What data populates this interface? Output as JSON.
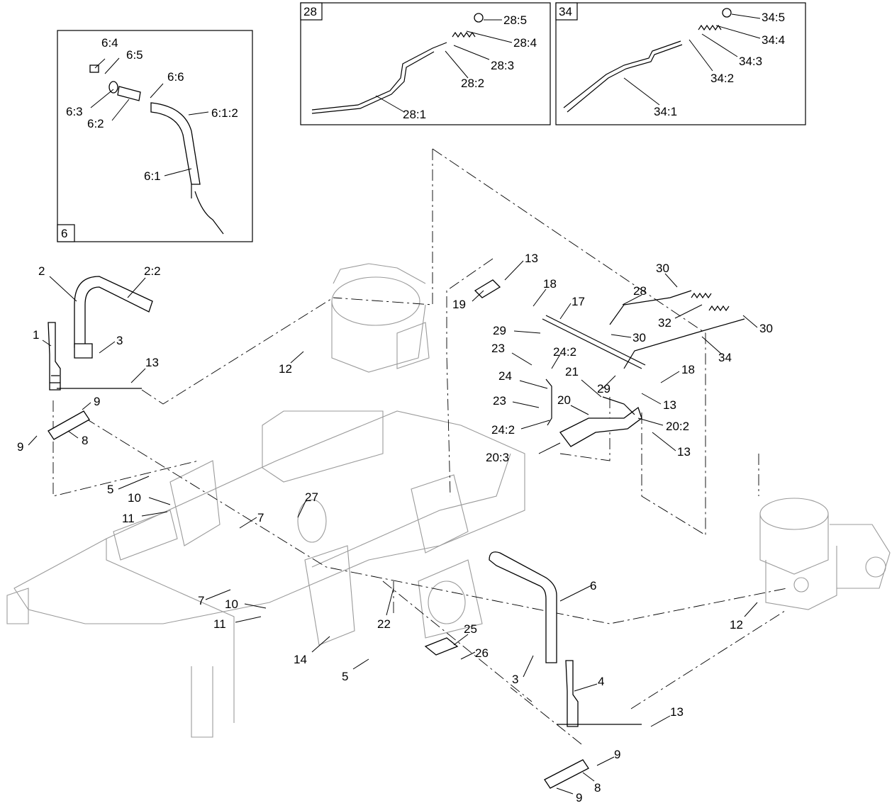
{
  "insets": [
    {
      "tag": "6",
      "callouts": [
        "6:4",
        "6:5",
        "6:6",
        "6:3",
        "6:2",
        "6:1:2",
        "6:1"
      ]
    },
    {
      "tag": "28",
      "callouts": [
        "28:5",
        "28:4",
        "28:3",
        "28:2",
        "28:1"
      ]
    },
    {
      "tag": "34",
      "callouts": [
        "34:5",
        "34:4",
        "34:3",
        "34:2",
        "34:1"
      ]
    }
  ],
  "callouts": [
    "2",
    "2:2",
    "1",
    "3",
    "13",
    "9",
    "9",
    "8",
    "12",
    "19",
    "13",
    "18",
    "17",
    "29",
    "30",
    "28",
    "30",
    "32",
    "30",
    "34",
    "23",
    "24:2",
    "24",
    "21",
    "29",
    "18",
    "13",
    "23",
    "20",
    "20:2",
    "24:2",
    "20:3",
    "13",
    "5",
    "10",
    "11",
    "7",
    "27",
    "7",
    "10",
    "11",
    "14",
    "5",
    "22",
    "25",
    "26",
    "6",
    "3",
    "4",
    "12",
    "13",
    "9",
    "8",
    "9"
  ],
  "icons": [
    "engine-drawing",
    "frame-drawing",
    "hydro-pump-drawing"
  ]
}
